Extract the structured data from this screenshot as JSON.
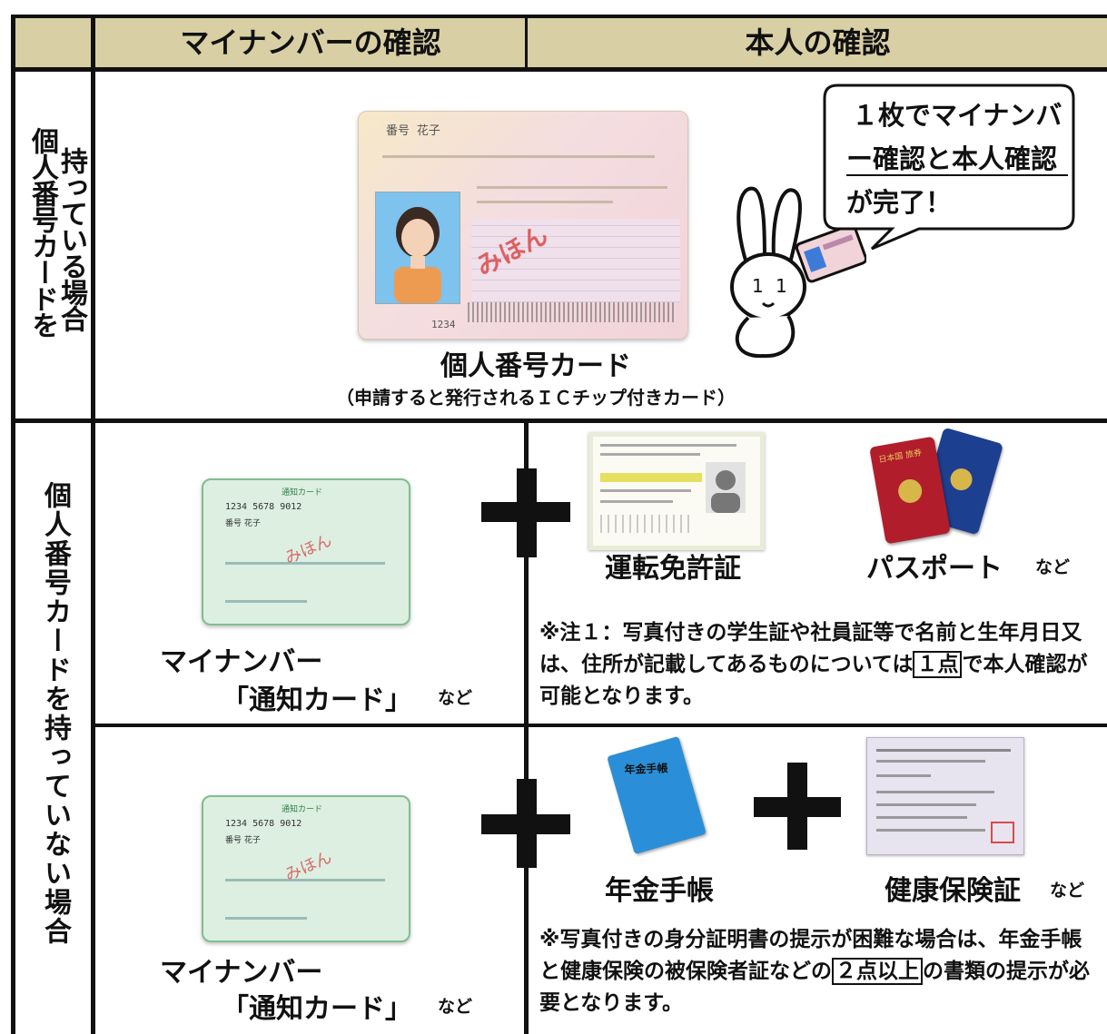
{
  "header": {
    "col_my_number": "マイナンバーの確認",
    "col_identity": "本人の確認"
  },
  "row_with_card": {
    "label_line1": "個人番号カードを",
    "label_line2": "持っている場合",
    "card_caption": "個人番号カード",
    "card_subcaption": "（申請すると発行されるＩＣチップ付きカード）",
    "speech_line1": "１枚でマイナンバ",
    "speech_line2": "ー確認と本人確認",
    "speech_line3": "が完了！",
    "card_name": "番号 花子",
    "card_stamp": "みほん",
    "card_number": "1234"
  },
  "row_without_card": {
    "label": "個人番号カードを持っていない場合",
    "notice_card_name_line1": "マイナンバー",
    "notice_card_name_line2": "「通知カード」",
    "notice_card_suffix": "など",
    "notice_card_title": "通知カード",
    "notice_card_number": "1234 5678 9012",
    "notice_card_holder": "番号 花子",
    "notice_card_stamp": "みほん",
    "license_label": "運転免許証",
    "passport_label": "パスポート",
    "passport_suffix": "など",
    "passport_cover_text": "日本国 旅券",
    "note1_text_pre": "※注１：写真付きの学生証や社員証等で名前と生年月日又は、住所が記載してあるものについては",
    "note1_boxed": "１点",
    "note1_text_post": "で本人確認が可能となります。",
    "pension_label": "年金手帳",
    "pension_cover_text": "年金手帳",
    "insurance_label": "健康保険証",
    "insurance_suffix": "など",
    "note2_text_pre": "※写真付きの身分証明書の提示が困難な場合は、年金手帳と健康保険の被保険者証などの",
    "note2_boxed": "２点以上",
    "note2_text_post": "の書類の提示が必要となります。"
  },
  "colors": {
    "header_bg": "#d8cfa4",
    "card_pink": "#f3d6dc",
    "notice_green": "#dcefe1",
    "license_border": "#e9ecd8",
    "passport_red": "#b11d2b",
    "passport_blue": "#1c3f8f",
    "pension_blue": "#2a8fd8",
    "insurance_lilac": "#e7e3ef",
    "stamp_red": "#d94b4b"
  }
}
